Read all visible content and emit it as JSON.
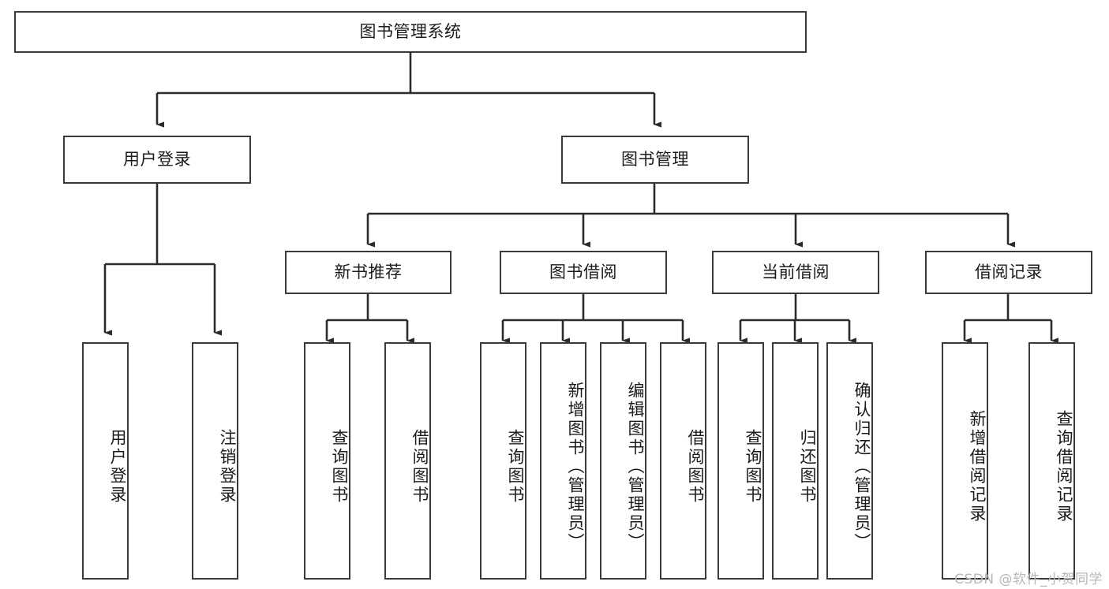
{
  "diagram": {
    "title": "图书管理系统",
    "type": "功能结构图",
    "watermark": "CSDN @软件_小贺同学",
    "colors": {
      "box_border": "#3a3a3a",
      "box_fill": "#ffffff",
      "edge": "#2b2b2b",
      "text": "#1b1b1b",
      "watermark": "#b8b8b8",
      "background": "#ffffff"
    },
    "nodes": {
      "root": {
        "label": "图书管理系统"
      },
      "level2": [
        {
          "id": "user-login",
          "label": "用户登录"
        },
        {
          "id": "book-manage",
          "label": "图书管理"
        }
      ],
      "level3": [
        {
          "id": "new-book-recommend",
          "label": "新书推荐"
        },
        {
          "id": "book-borrow",
          "label": "图书借阅"
        },
        {
          "id": "current-borrow",
          "label": "当前借阅"
        },
        {
          "id": "borrow-record",
          "label": "借阅记录"
        }
      ],
      "leaves": [
        {
          "id": "leaf-user-login",
          "label": "用户登录",
          "parent": "user-login"
        },
        {
          "id": "leaf-logout-login",
          "label": "注销登录",
          "parent": "user-login"
        },
        {
          "id": "leaf-query-book-1",
          "label": "查询图书",
          "parent": "new-book-recommend"
        },
        {
          "id": "leaf-borrow-book-1",
          "label": "借阅图书",
          "parent": "new-book-recommend"
        },
        {
          "id": "leaf-query-book-2",
          "label": "查询图书",
          "parent": "book-borrow"
        },
        {
          "id": "leaf-add-book",
          "label": "新增图书（管理员）",
          "parent": "book-borrow"
        },
        {
          "id": "leaf-edit-book",
          "label": "编辑图书（管理员）",
          "parent": "book-borrow"
        },
        {
          "id": "leaf-borrow-book-2",
          "label": "借阅图书",
          "parent": "book-borrow"
        },
        {
          "id": "leaf-query-book-3",
          "label": "查询图书",
          "parent": "current-borrow"
        },
        {
          "id": "leaf-return-book",
          "label": "归还图书",
          "parent": "current-borrow"
        },
        {
          "id": "leaf-confirm-return",
          "label": "确认归还（管理员）",
          "parent": "current-borrow"
        },
        {
          "id": "leaf-add-record",
          "label": "新增借阅记录",
          "parent": "borrow-record"
        },
        {
          "id": "leaf-query-record",
          "label": "查询借阅记录",
          "parent": "borrow-record"
        }
      ]
    }
  }
}
